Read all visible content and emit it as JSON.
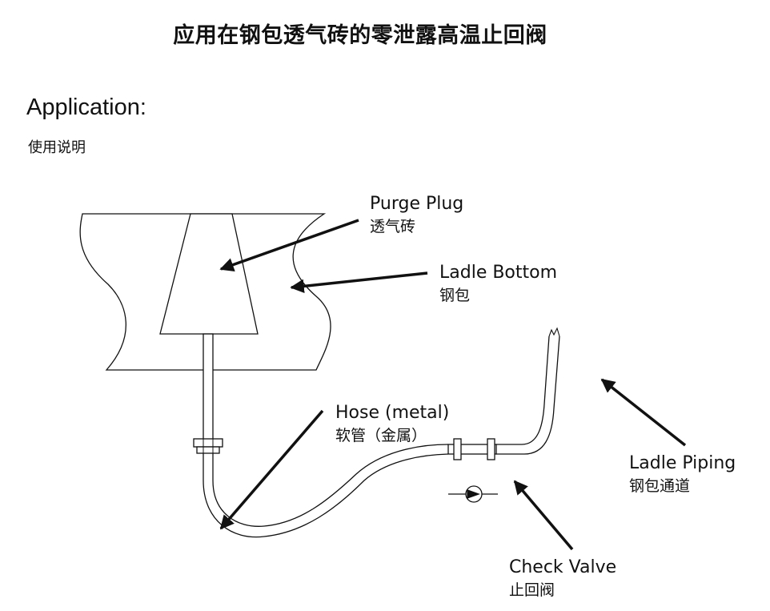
{
  "title": "应用在钢包透气砖的零泄露高温止回阀",
  "application": {
    "heading": "Application:",
    "subheading": "使用说明"
  },
  "labels": {
    "purge_plug": {
      "en": "Purge Plug",
      "zh": "透气砖"
    },
    "ladle_bottom": {
      "en": "Ladle Bottom",
      "zh": "钢包"
    },
    "hose": {
      "en": "Hose (metal)",
      "zh": "软管（金属）"
    },
    "ladle_piping": {
      "en": "Ladle Piping",
      "zh": "钢包通道"
    },
    "check_valve": {
      "en": "Check Valve",
      "zh": "止回阀"
    }
  },
  "colors": {
    "line": "#111111",
    "background": "#ffffff"
  }
}
